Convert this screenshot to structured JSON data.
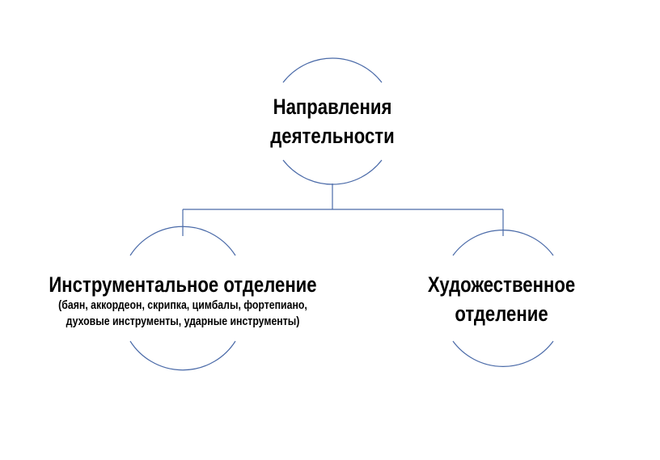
{
  "diagram": {
    "root": {
      "title_lines": [
        "Направления",
        "деятельности"
      ]
    },
    "children": [
      {
        "title": "Инструментальное отделение",
        "subtitle_lines": [
          "(баян, аккордеон, скрипка, цимбалы, фортепиано,",
          "духовые инструменты, ударные инструменты)"
        ]
      },
      {
        "title_lines": [
          "Художественное",
          "отделение"
        ]
      }
    ],
    "line_color": "#4a6aa8"
  }
}
